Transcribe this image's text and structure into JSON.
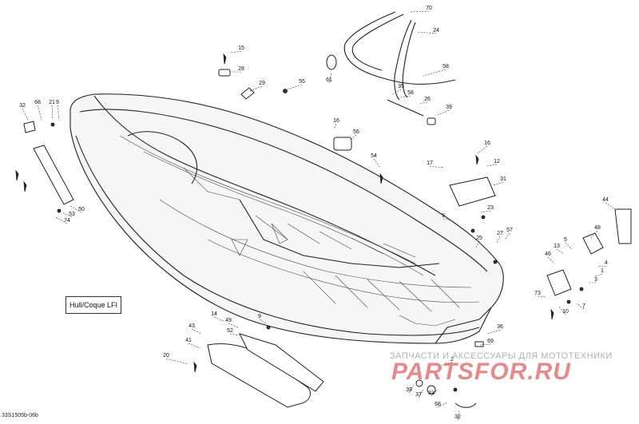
{
  "diagram": {
    "label": "Hull/Coque LFI",
    "reference_code": "33S1505b-06b",
    "watermark_text": "ЗАПЧАСТИ И АКСЕССУАРЫ ДЛЯ МОТОТЕХНИКИ",
    "watermark_logo": "PARTSFOR.RU",
    "callouts": [
      "70",
      "24",
      "15",
      "28",
      "58",
      "61",
      "55",
      "29",
      "35",
      "58",
      "26",
      "39",
      "32",
      "68",
      "21",
      "9",
      "16",
      "56",
      "16",
      "54",
      "17",
      "12",
      "31",
      "44",
      "23",
      "9",
      "27",
      "57",
      "25",
      "48",
      "5",
      "13",
      "4",
      "1",
      "3",
      "10",
      "46",
      "73",
      "7",
      "50",
      "53",
      "74",
      "14",
      "49",
      "9",
      "52",
      "43",
      "41",
      "20",
      "36",
      "69",
      "2",
      "21",
      "37",
      "39",
      "68",
      "32"
    ],
    "accent_color": "#d62828"
  }
}
